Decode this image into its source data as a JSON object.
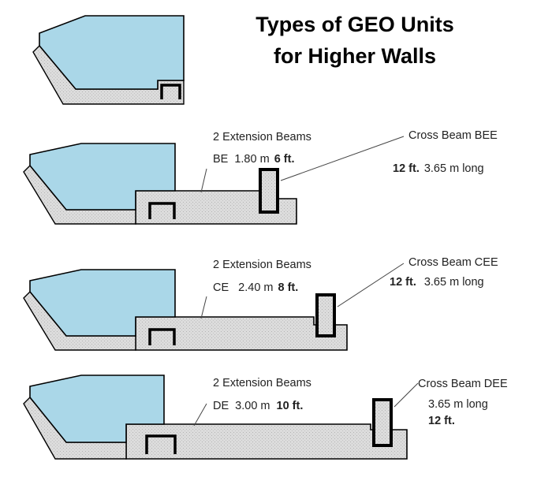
{
  "title": {
    "line1": "Types of GEO Units",
    "line2": "for Higher Walls"
  },
  "units": [
    {
      "id": "basic",
      "extension_label": "",
      "code": "",
      "metric": "",
      "imperial": "",
      "cross_beam": "",
      "cross_length_ft": "",
      "cross_length_m": ""
    },
    {
      "id": "BE",
      "extension_label": "2 Extension Beams",
      "code": "BE",
      "metric": "1.80 m",
      "imperial": "6 ft.",
      "cross_beam": "Cross Beam BEE",
      "cross_length_ft": "12 ft.",
      "cross_length_m": "3.65 m long"
    },
    {
      "id": "CE",
      "extension_label": "2 Extension Beams",
      "code": "CE",
      "metric": "2.40 m",
      "imperial": "8 ft.",
      "cross_beam": "Cross Beam CEE",
      "cross_length_ft": "12 ft.",
      "cross_length_m": "3.65 m long"
    },
    {
      "id": "DE",
      "extension_label": "2 Extension Beams",
      "code": "DE",
      "metric": "3.00 m",
      "imperial": "10 ft.",
      "cross_beam": "Cross Beam DEE",
      "cross_length_ft": "12 ft.",
      "cross_length_m": "3.65 m long"
    }
  ],
  "colors": {
    "water": "#aad7e8",
    "concrete": "#d9d9d9",
    "outline": "#000000"
  }
}
